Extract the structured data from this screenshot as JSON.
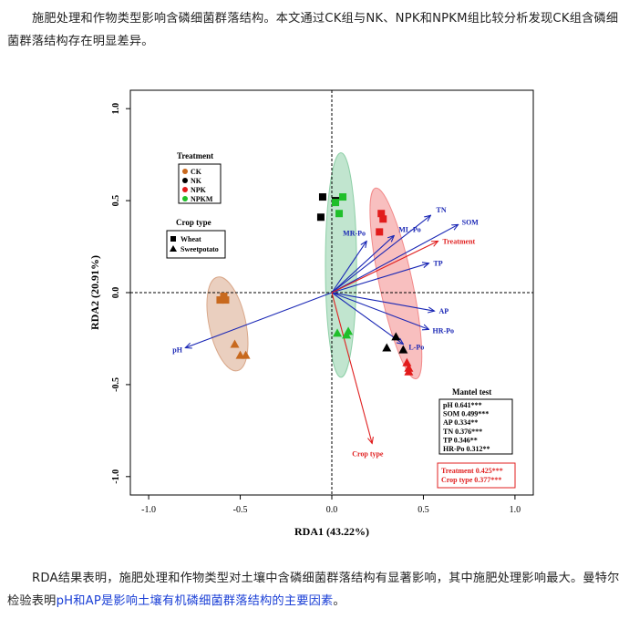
{
  "intro_paragraph": "施肥处理和作物类型影响含磷细菌群落结构。本文通过CK组与NK、NPK和NPKM组比较分析发现CK组含磷细菌群落结构存在明显差异。",
  "result_paragraph": {
    "text_plain": "RDA结果表明，施肥处理和作物类型对土壤中含磷细菌群落结构有显著影响，其中施肥处理影响最大。曼特尔检验表明",
    "text_highlight": "pH和AP是影响土壤有机磷细菌群落结构的主要因素",
    "text_end": "。"
  },
  "colors": {
    "CK": "#c8691e",
    "NK": "#000000",
    "NPK": "#e21b1b",
    "NPKM": "#1fbf2a",
    "env_arrow": "#1a27b5",
    "treatment_arrow": "#e01f1f",
    "ellipse_CK": "#d9a88a",
    "ellipse_green": "#8ecfa7",
    "ellipse_red": "#f28a8a"
  },
  "chart_data": {
    "type": "scatter",
    "subtype": "RDA biplot",
    "xlabel": "RDA1 (43.22%)",
    "ylabel": "RDA2 (20.91%)",
    "xlim": [
      -1.1,
      1.1
    ],
    "ylim": [
      -1.1,
      1.1
    ],
    "x_ticks": [
      "-1.0",
      "-0.5",
      "0.0",
      "0.5",
      "1.0"
    ],
    "y_ticks": [
      "-1.0",
      "-0.5",
      "0.0",
      "0.5",
      "1.0"
    ],
    "zero_lines": true,
    "legend_treatment": {
      "title": "Treatment",
      "items": [
        "CK",
        "NK",
        "NPK",
        "NPKM"
      ]
    },
    "legend_crop": {
      "title": "Crop type",
      "items": [
        {
          "label": "Wheat",
          "shape": "square"
        },
        {
          "label": "Sweetpotato",
          "shape": "triangle"
        }
      ]
    },
    "points": [
      {
        "group": "CK",
        "shape": "square",
        "x": -0.61,
        "y": -0.04
      },
      {
        "group": "CK",
        "shape": "square",
        "x": -0.59,
        "y": -0.02
      },
      {
        "group": "CK",
        "shape": "square",
        "x": -0.58,
        "y": -0.04
      },
      {
        "group": "CK",
        "shape": "triangle",
        "x": -0.53,
        "y": -0.28
      },
      {
        "group": "CK",
        "shape": "triangle",
        "x": -0.5,
        "y": -0.34
      },
      {
        "group": "CK",
        "shape": "triangle",
        "x": -0.47,
        "y": -0.34
      },
      {
        "group": "NK",
        "shape": "square",
        "x": -0.05,
        "y": 0.52
      },
      {
        "group": "NK",
        "shape": "square",
        "x": 0.02,
        "y": 0.5
      },
      {
        "group": "NK",
        "shape": "square",
        "x": -0.06,
        "y": 0.41
      },
      {
        "group": "NK",
        "shape": "triangle",
        "x": 0.3,
        "y": -0.3
      },
      {
        "group": "NK",
        "shape": "triangle",
        "x": 0.35,
        "y": -0.24
      },
      {
        "group": "NK",
        "shape": "triangle",
        "x": 0.39,
        "y": -0.31
      },
      {
        "group": "NPK",
        "shape": "square",
        "x": 0.27,
        "y": 0.43
      },
      {
        "group": "NPK",
        "shape": "square",
        "x": 0.28,
        "y": 0.4
      },
      {
        "group": "NPK",
        "shape": "square",
        "x": 0.26,
        "y": 0.33
      },
      {
        "group": "NPK",
        "shape": "triangle",
        "x": 0.41,
        "y": -0.38
      },
      {
        "group": "NPK",
        "shape": "triangle",
        "x": 0.42,
        "y": -0.41
      },
      {
        "group": "NPK",
        "shape": "triangle",
        "x": 0.42,
        "y": -0.43
      },
      {
        "group": "NPKM",
        "shape": "square",
        "x": 0.02,
        "y": 0.49
      },
      {
        "group": "NPKM",
        "shape": "square",
        "x": 0.06,
        "y": 0.52
      },
      {
        "group": "NPKM",
        "shape": "square",
        "x": 0.04,
        "y": 0.43
      },
      {
        "group": "NPKM",
        "shape": "triangle",
        "x": 0.03,
        "y": -0.22
      },
      {
        "group": "NPKM",
        "shape": "triangle",
        "x": 0.08,
        "y": -0.23
      },
      {
        "group": "NPKM",
        "shape": "triangle",
        "x": 0.09,
        "y": -0.21
      }
    ],
    "ellipses": [
      {
        "group": "CK",
        "cx": -0.57,
        "cy": -0.17,
        "rx": 0.1,
        "ry": 0.26,
        "rotate_deg": -12
      },
      {
        "group": "NPKM",
        "cx": 0.05,
        "cy": 0.15,
        "rx": 0.085,
        "ry": 0.61,
        "rotate_deg": 0
      },
      {
        "group": "NPK",
        "cx": 0.35,
        "cy": 0.05,
        "rx": 0.09,
        "ry": 0.53,
        "rotate_deg": -12
      }
    ],
    "env_vectors": [
      {
        "label": "TN",
        "x": 0.54,
        "y": 0.42
      },
      {
        "label": "SOM",
        "x": 0.69,
        "y": 0.37
      },
      {
        "label": "TP",
        "x": 0.53,
        "y": 0.16
      },
      {
        "label": "MR-Po",
        "x": 0.19,
        "y": 0.28
      },
      {
        "label": "ML-Po",
        "x": 0.34,
        "y": 0.31
      },
      {
        "label": "AP",
        "x": 0.56,
        "y": -0.1
      },
      {
        "label": "HR-Po",
        "x": 0.53,
        "y": -0.2
      },
      {
        "label": "L-Po",
        "x": 0.39,
        "y": -0.28
      },
      {
        "label": "pH",
        "x": -0.8,
        "y": -0.3
      }
    ],
    "factor_vectors": [
      {
        "label": "Treatment",
        "x": 0.58,
        "y": 0.28
      },
      {
        "label": "Crop type",
        "x": 0.22,
        "y": -0.82
      }
    ],
    "mantel_test": {
      "title": "Mantel test",
      "env_rows": [
        "pH 0.641***",
        "SOM 0.499***",
        "AP 0.334**",
        "TN 0.376***",
        "TP 0.346**",
        "HR-Po 0.312**"
      ],
      "factor_rows": [
        "Treatment 0.425***",
        "Crop type 0.377***"
      ]
    }
  }
}
